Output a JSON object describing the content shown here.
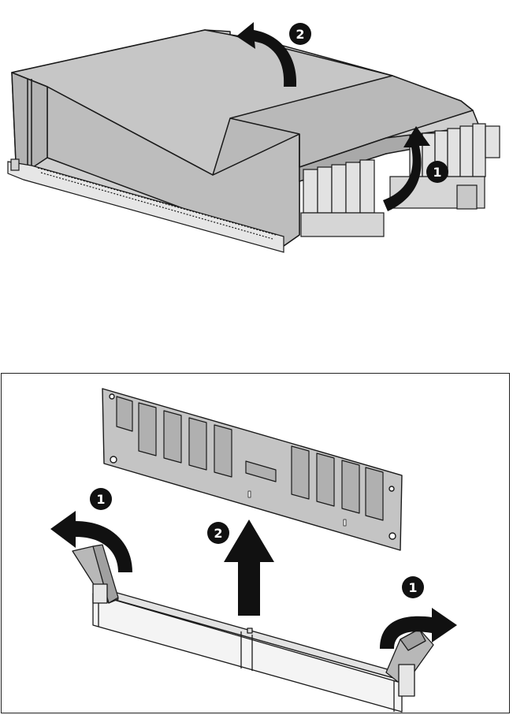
{
  "figure_top": {
    "step_labels": [
      "1",
      "2"
    ],
    "colors": {
      "cover": "#c8c8c8",
      "cover_dark": "#a9a9a9",
      "outline": "#1a1a1a",
      "arrow": "#111111"
    }
  },
  "figure_bottom": {
    "step_labels": [
      "1",
      "2",
      "1"
    ],
    "colors": {
      "dimm": "#c4c4c4",
      "chip": "#b0b0b0",
      "slot": "#f4f4f4",
      "latch": "#b8b8b8",
      "arrow": "#111111"
    }
  }
}
